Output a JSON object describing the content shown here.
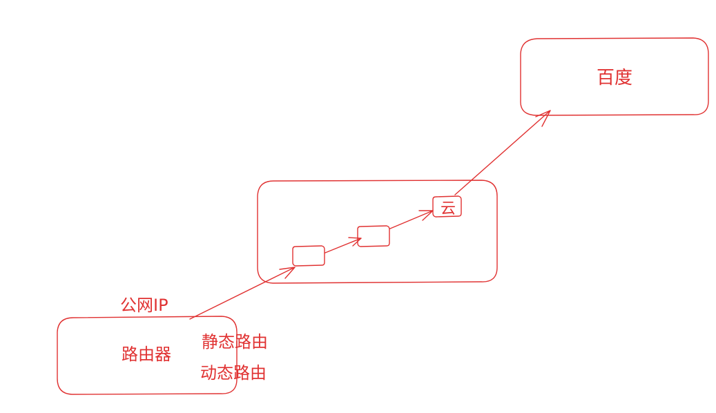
{
  "labels": {
    "baidu": "百度",
    "cloud": "云",
    "public_ip": "公网IP",
    "router": "路由器",
    "static_route": "静态路由",
    "dynamic_route": "动态路由"
  },
  "colors": {
    "stroke": "#e03131",
    "text": "#e03131",
    "background": "#ffffff"
  }
}
